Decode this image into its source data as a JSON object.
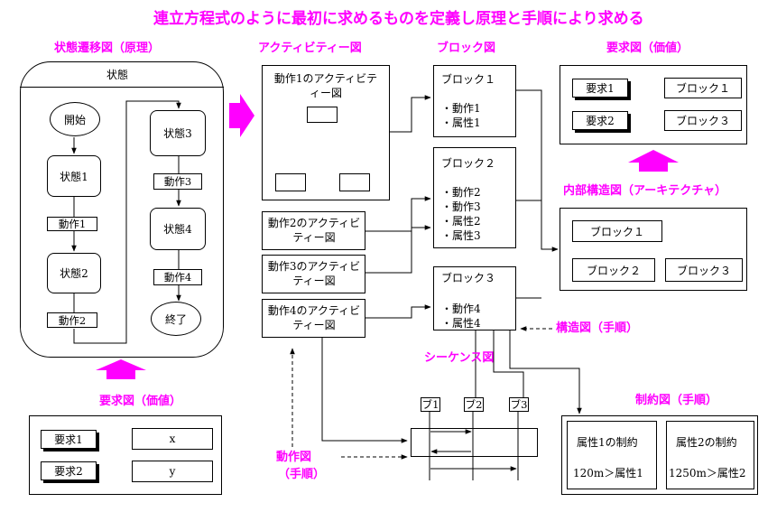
{
  "title": "連立方程式のように最初に求めるものを定義し原理と手順により求める",
  "state_diagram": {
    "title": "状態遷移図（原理）",
    "container_label": "状態",
    "start": "開始",
    "s1": "状態1",
    "a1": "動作1",
    "s2": "状態2",
    "a2": "動作2",
    "s3": "状態3",
    "a3": "動作3",
    "s4": "状態4",
    "a4": "動作4",
    "end": "終了"
  },
  "activity": {
    "title": "アクティビティー図",
    "a1": "動作1のアクティビティー図",
    "a2": "動作2のアクティビティー図",
    "a3": "動作3のアクティビティー図",
    "a4": "動作4のアクティビティー図"
  },
  "block": {
    "title": "ブロック図",
    "b1": {
      "name": "ブロック１",
      "items": [
        "・動作1",
        "・属性1"
      ]
    },
    "b2": {
      "name": "ブロック２",
      "items": [
        "・動作2",
        "・動作3",
        "・属性2",
        "・属性3"
      ]
    },
    "b3": {
      "name": "ブロック３",
      "items": [
        "・動作4",
        "・属性4"
      ]
    }
  },
  "requirement_top": {
    "title": "要求図（価値）",
    "r1": "要求1",
    "b1": "ブロック１",
    "r2": "要求2",
    "b2": "ブロック３"
  },
  "internal": {
    "title": "内部構造図（アーキテクチャ）",
    "b1": "ブロック１",
    "b2": "ブロック２",
    "b3": "ブロック３"
  },
  "structure_label": "構造図（手順）",
  "sequence": {
    "title": "シーケンス図",
    "l1": "ブ1",
    "l2": "ブ2",
    "l3": "ブ3"
  },
  "constraint": {
    "title": "制約図（手順）",
    "c1_name": "属性1の制約",
    "c1_expr": "120m＞属性1",
    "c2_name": "属性2の制約",
    "c2_expr": "1250m＞属性2"
  },
  "requirement_bottom": {
    "title": "要求図（価値）",
    "r1": "要求1",
    "x": "x",
    "r2": "要求2",
    "y": "y"
  },
  "action_label": {
    "line1": "動作図",
    "line2": "（手順）"
  },
  "colors": {
    "accent": "#ff00ff"
  }
}
